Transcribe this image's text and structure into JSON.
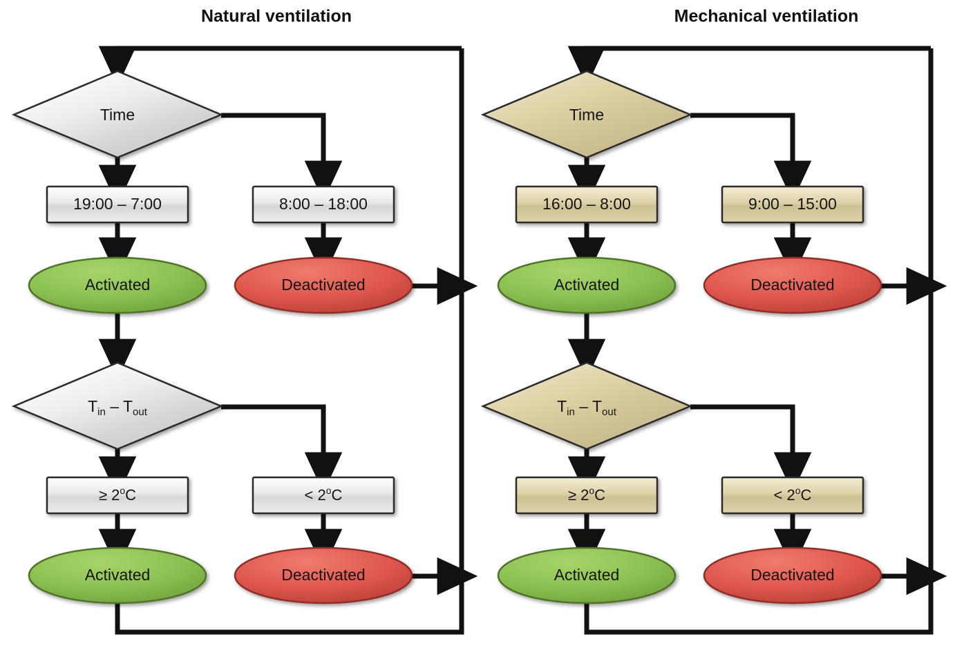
{
  "diagram": {
    "type": "flowchart",
    "title_left": "Natural ventilation",
    "title_right": "Mechanical ventilation",
    "colors": {
      "natural_fill": "#dcdcdc",
      "natural_fill_light": "#f4f4f4",
      "mechanical_fill": "#d3c79c",
      "mechanical_fill_light": "#ece3c2",
      "activated_green": "#8cc152",
      "deactivated_red": "#e0584e",
      "line": "#111111",
      "text": "#141414"
    }
  },
  "panels": [
    {
      "id": "natural",
      "title": "Natural ventilation",
      "scheme": "grey",
      "nodes": {
        "decision_time": "Time",
        "decision_temp_T": "T",
        "decision_temp_in": "in",
        "decision_temp_dash": " – ",
        "decision_temp_T2": "T",
        "decision_temp_out": "out",
        "time_on": "19:00 – 7:00",
        "time_off": "8:00 – 18:00",
        "temp_on": "≥ 2",
        "temp_on_deg": "o",
        "temp_on_unit": "C",
        "temp_off": "< 2",
        "temp_off_deg": "o",
        "temp_off_unit": "C",
        "state_on_1": "Activated",
        "state_off_1": "Deactivated",
        "state_on_2": "Activated",
        "state_off_2": "Deactivated"
      }
    },
    {
      "id": "mechanical",
      "title": "Mechanical ventilation",
      "scheme": "tan",
      "nodes": {
        "decision_time": "Time",
        "decision_temp_T": "T",
        "decision_temp_in": "in",
        "decision_temp_dash": " – ",
        "decision_temp_T2": "T",
        "decision_temp_out": "out",
        "time_on": "16:00 – 8:00",
        "time_off": "9:00 – 15:00",
        "temp_on": "≥ 2",
        "temp_on_deg": "o",
        "temp_on_unit": "C",
        "temp_off": "< 2",
        "temp_off_deg": "o",
        "temp_off_unit": "C",
        "state_on_1": "Activated",
        "state_off_1": "Deactivated",
        "state_on_2": "Activated",
        "state_off_2": "Deactivated"
      }
    }
  ],
  "flow_logic": {
    "steps": [
      "Time decision",
      "If within activation hours -> Activated",
      "If within deactivation hours -> Deactivated (loop back to Time)",
      "After Activated -> T_in - T_out decision",
      "If >= 2 degC -> Activated (loop back to Time)",
      "If < 2 degC -> Deactivated (loop back to Time)"
    ]
  }
}
